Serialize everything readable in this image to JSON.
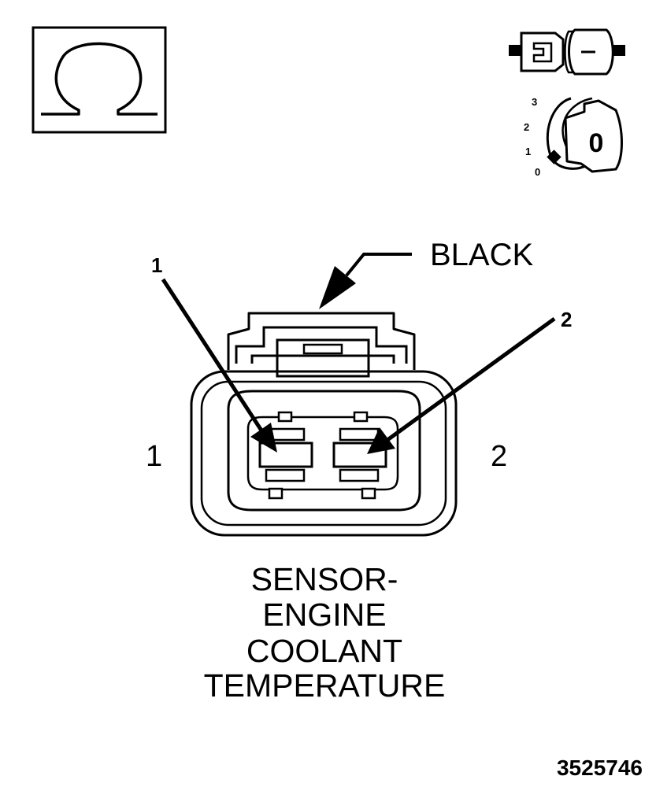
{
  "meter_icon": {
    "symbol": "Ω",
    "name": "ohm-icon"
  },
  "connector_icon": {
    "name": "disconnected-connector-icon"
  },
  "ignition_icon": {
    "name": "ignition-key-icon",
    "positions": [
      "3",
      "2",
      "1",
      "0"
    ],
    "key_label": "0"
  },
  "connector": {
    "color_label": "BLACK",
    "pin_callout_left": "1",
    "pin_callout_right": "2",
    "cavity_label_left": "1",
    "cavity_label_right": "2"
  },
  "caption": {
    "lines": [
      "SENSOR-",
      "ENGINE",
      "COOLANT",
      "TEMPERATURE"
    ]
  },
  "figure_id": "3525746"
}
